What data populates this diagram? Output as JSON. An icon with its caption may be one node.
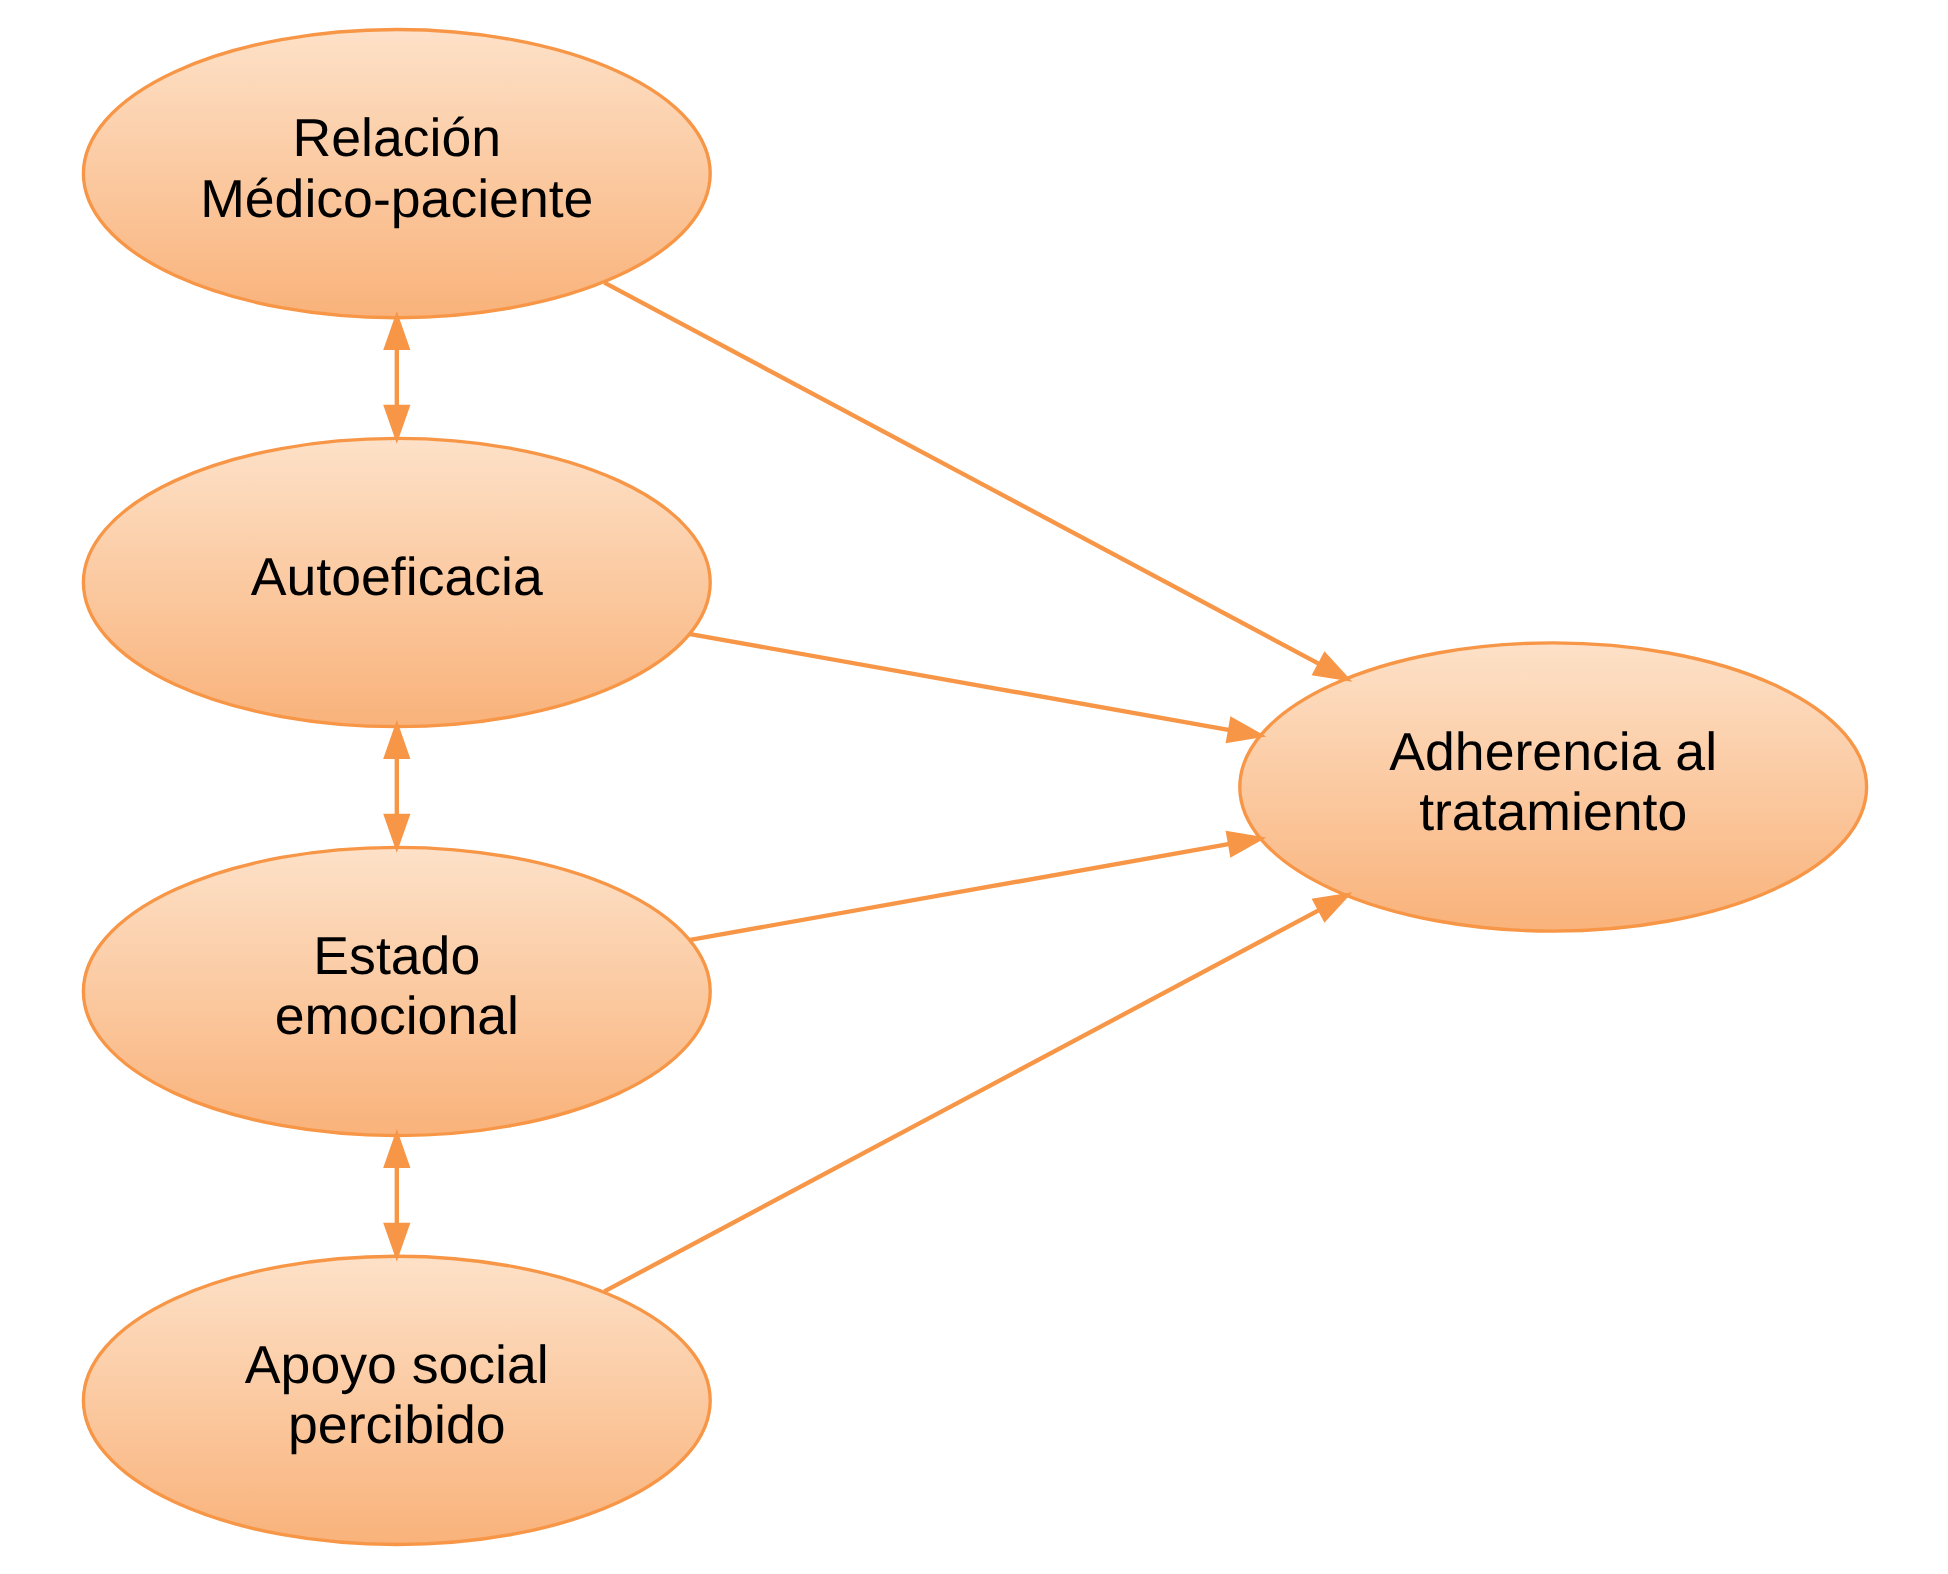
{
  "diagram": {
    "nodes": [
      {
        "text": [
          "Relación Médico-paciente"
        ]
      },
      {
        "text": [
          "Autoeficacia"
        ]
      },
      {
        "text": [
          "Estado emocional"
        ]
      },
      {
        "text": [
          "Apoyo social percibido"
        ]
      },
      {
        "text": [
          "Adherencia al tratamiento"
        ]
      }
    ],
    "edges": [
      {
        "from": 0,
        "to": 1,
        "arrow": "both"
      },
      {
        "from": 1,
        "to": 2,
        "arrow": "both"
      },
      {
        "from": 2,
        "to": 3,
        "arrow": "both"
      },
      {
        "from": 0,
        "to": 4,
        "arrow": "to"
      },
      {
        "from": 1,
        "to": 4,
        "arrow": "to"
      },
      {
        "from": 2,
        "to": 4,
        "arrow": "to"
      },
      {
        "from": 3,
        "to": 4,
        "arrow": "to"
      }
    ]
  }
}
